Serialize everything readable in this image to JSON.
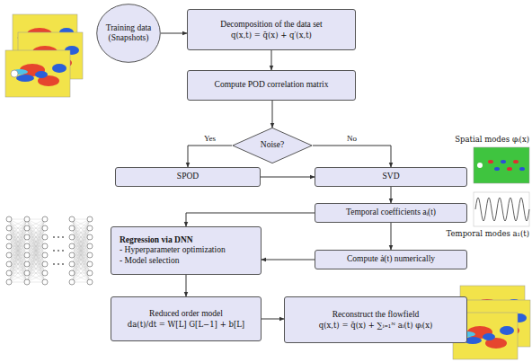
{
  "diagram": {
    "nodes": [
      {
        "text": [
          "Training data (Snapshots)"
        ]
      },
      {
        "text": [
          "Decomposition of the data set",
          "q(x,t) = q̄(x) + q′(x,t)"
        ]
      },
      {
        "text": [
          "Compute POD correlation matrix"
        ]
      },
      {
        "text": [
          "Noise?"
        ]
      },
      {
        "text": [
          "SPOD"
        ]
      },
      {
        "text": [
          "SVD"
        ]
      },
      {
        "text": [
          "Temporal coefficients aᵢ(t)"
        ]
      },
      {
        "text": [
          "Regression via DNN",
          "- Hyperparameter optimization",
          "- Model selection"
        ]
      },
      {
        "text": [
          "Compute ȧ(t) numerically"
        ]
      },
      {
        "text": [
          "Reduced order model",
          "da(t)/dt = W[L] G[L−1] + b[L]"
        ]
      },
      {
        "text": [
          "Reconstruct the flowfield",
          "q(x,t) = q̄(x) + ∑ᵢ₌₁ᴺ aᵢ(t) φᵢ(x)"
        ]
      }
    ],
    "edges": [
      {
        "from": 0,
        "to": 1,
        "arrow": "to"
      },
      {
        "from": 1,
        "to": 2,
        "arrow": "to"
      },
      {
        "from": 2,
        "to": 3,
        "arrow": "to"
      },
      {
        "from": 3,
        "to": 4,
        "label": "Yes",
        "arrow": "to"
      },
      {
        "from": 3,
        "to": 5,
        "label": "No",
        "arrow": "to"
      },
      {
        "from": 4,
        "to": 5,
        "arrow": "to"
      },
      {
        "from": 5,
        "to": 6,
        "arrow": "to"
      },
      {
        "from": 6,
        "to": 7,
        "arrow": "to"
      },
      {
        "from": 6,
        "to": 8,
        "arrow": "to"
      },
      {
        "from": 8,
        "to": 7,
        "arrow": "to"
      },
      {
        "from": 7,
        "to": 9,
        "arrow": "to"
      },
      {
        "from": 9,
        "to": 10,
        "arrow": "to"
      }
    ],
    "labels": [
      "Spatial modes φᵢ(x)",
      "Temporal modes a₁(t)"
    ]
  }
}
